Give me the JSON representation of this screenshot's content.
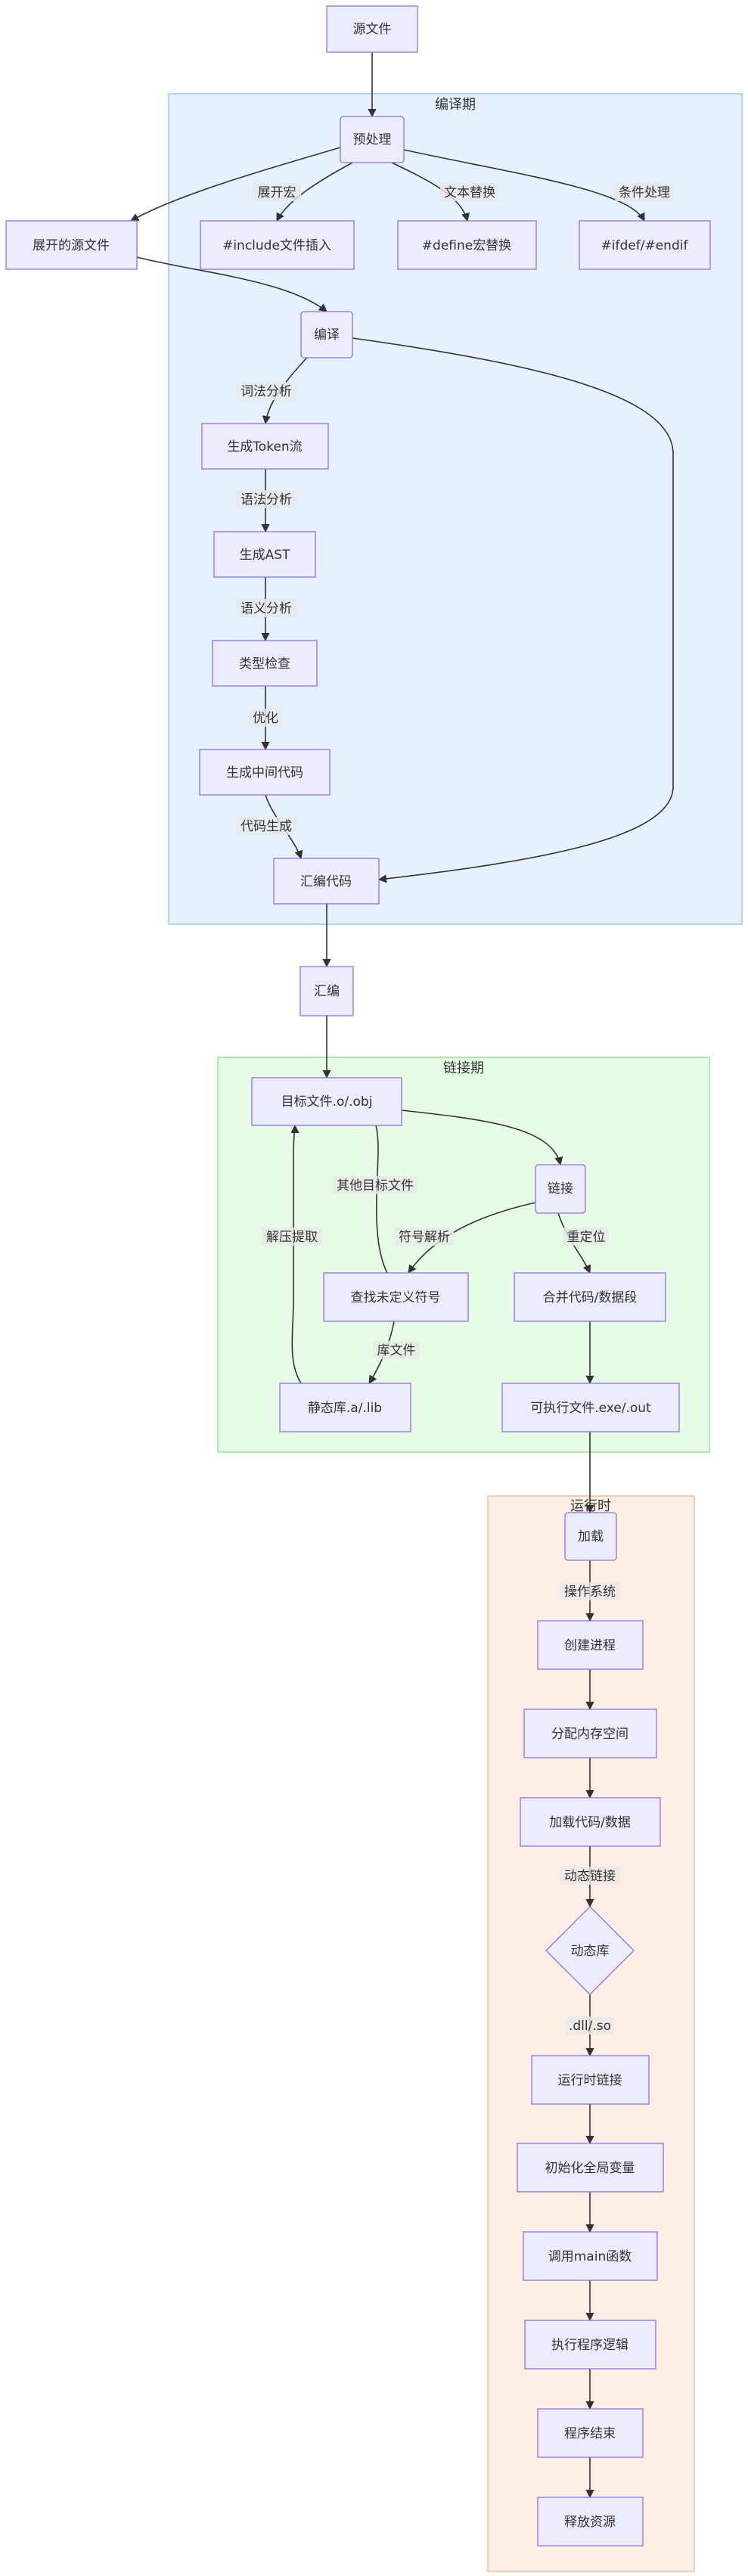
{
  "clusters": {
    "compile": {
      "title": "编译期",
      "fill": "#E5F1FF",
      "stroke": "#8EC0EE"
    },
    "link": {
      "title": "链接期",
      "fill": "#E6FCE6",
      "stroke": "#8FDB8F"
    },
    "runtime": {
      "title": "运行时",
      "fill": "#FDEFE5",
      "stroke": "#F2B48F"
    }
  },
  "nodes": {
    "source": "源文件",
    "preprocess": "预处理",
    "expanded_source": "展开的源文件",
    "include_insert": "#include文件插入",
    "define_replace": "#define宏替换",
    "ifdef_endif": "#ifdef/#endif",
    "compile": "编译",
    "token_stream": "生成Token流",
    "ast": "生成AST",
    "type_check": "类型检查",
    "intermediate_code": "生成中间代码",
    "asm_code": "汇编代码",
    "assemble": "汇编",
    "object_file": "目标文件.o/.obj",
    "link": "链接",
    "find_undefined": "查找未定义符号",
    "merge_code": "合并代码/数据段",
    "static_lib": "静态库.a/.lib",
    "executable": "可执行文件.exe/.out",
    "load": "加载",
    "create_process": "创建进程",
    "alloc_memory": "分配内存空间",
    "load_code_data": "加载代码/数据",
    "dynamic_lib": "动态库",
    "runtime_link": "运行时链接",
    "init_globals": "初始化全局变量",
    "call_main": "调用main函数",
    "exec_logic": "执行程序逻辑",
    "program_end": "程序结束",
    "release_resources": "释放资源"
  },
  "edge_labels": {
    "expand_macro": "展开宏",
    "text_replace": "文本替换",
    "conditional": "条件处理",
    "lexical": "词法分析",
    "syntax": "语法分析",
    "semantic": "语义分析",
    "optimize": "优化",
    "codegen": "代码生成",
    "other_objects": "其他目标文件",
    "symbol_resolve": "符号解析",
    "relocate": "重定位",
    "lib_file": "库文件",
    "extract": "解压提取",
    "os": "操作系统",
    "dynamic_linking": "动态链接",
    "dll_so": ".dll/.so"
  },
  "colors": {
    "node_fill": "#ECECFF",
    "node_stroke": "#9370DB",
    "edge": "#333333",
    "text": "#333333"
  }
}
